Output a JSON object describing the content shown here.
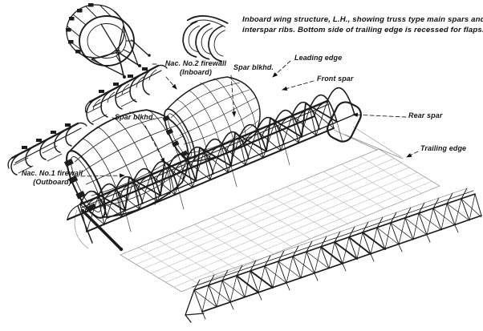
{
  "figure": {
    "caption": {
      "line1": "Inboard wing structure, L.H., showing truss type main spars and",
      "line2": "interspar ribs. Bottom side of trailing edge is recessed for flaps."
    },
    "labels": {
      "nac2_firewall_line1": "Nac. No.2 firewall",
      "nac2_firewall_line2": "(Inboard)",
      "spar_blkhd_top": "Spar blkhd.",
      "leading_edge": "Leading edge",
      "front_spar": "Front spar",
      "rear_spar": "Rear spar",
      "trailing_edge": "Trailing edge",
      "spar_blkhd_left": "Spar blkhd.",
      "nac1_firewall_line1": "Nac. No.1 firewall",
      "nac1_firewall_line2": "(Outboard)"
    },
    "colors": {
      "ink": "#1c1c1c",
      "faint_grid": "#b3b3b3",
      "paper": "#ffffff"
    }
  }
}
